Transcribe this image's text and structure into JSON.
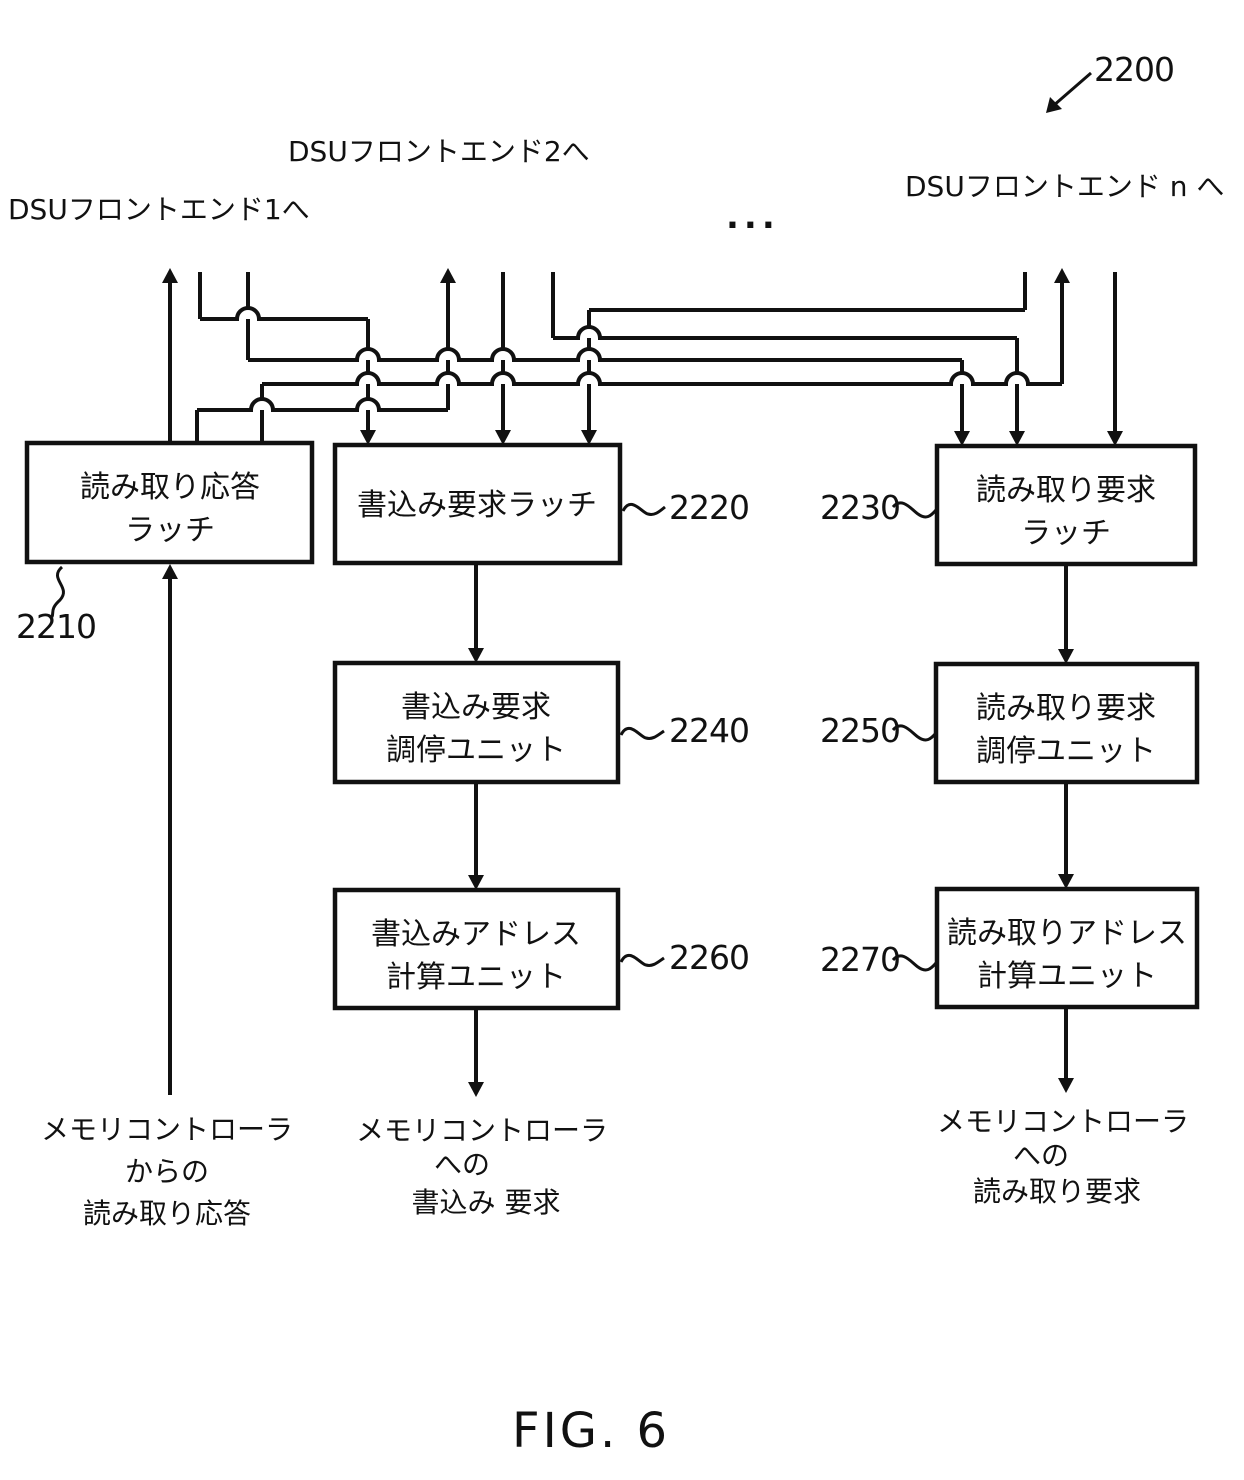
{
  "figure": {
    "caption": "FIG. 6",
    "diagram_ref": "2200"
  },
  "top_labels": {
    "to_frontend_1": "DSUフロントエンド1へ",
    "to_frontend_2": "DSUフロントエンド2へ",
    "to_frontend_n": "DSUフロントエンド n へ",
    "ellipsis": "..."
  },
  "boxes": {
    "read_resp_latch": {
      "ref": "2210",
      "line1": "読み取り応答",
      "line2": "ラッチ"
    },
    "write_req_latch": {
      "ref": "2220",
      "line1": "書込み要求ラッチ"
    },
    "read_req_latch": {
      "ref": "2230",
      "line1": "読み取り要求",
      "line2": "ラッチ"
    },
    "write_req_arb": {
      "ref": "2240",
      "line1": "書込み要求",
      "line2": "調停ユニット"
    },
    "read_req_arb": {
      "ref": "2250",
      "line1": "読み取り要求",
      "line2": "調停ユニット"
    },
    "write_addr_calc": {
      "ref": "2260",
      "line1": "書込みアドレス",
      "line2": "計算ユニット"
    },
    "read_addr_calc": {
      "ref": "2270",
      "line1": "読み取りアドレス",
      "line2": "計算ユニット"
    }
  },
  "bottom_labels": {
    "mem_read_resp": {
      "line1": "メモリコントローラ",
      "line2": "からの",
      "line3": "読み取り応答"
    },
    "mem_write_req": {
      "line1": "メモリコントローラ",
      "line2": "への",
      "line3": "書込み 要求"
    },
    "mem_read_req": {
      "line1": "メモリコントローラ",
      "line2": "への",
      "line3": "読み取り要求"
    }
  },
  "colors": {
    "ink": "#111111",
    "paper": "#ffffff"
  }
}
